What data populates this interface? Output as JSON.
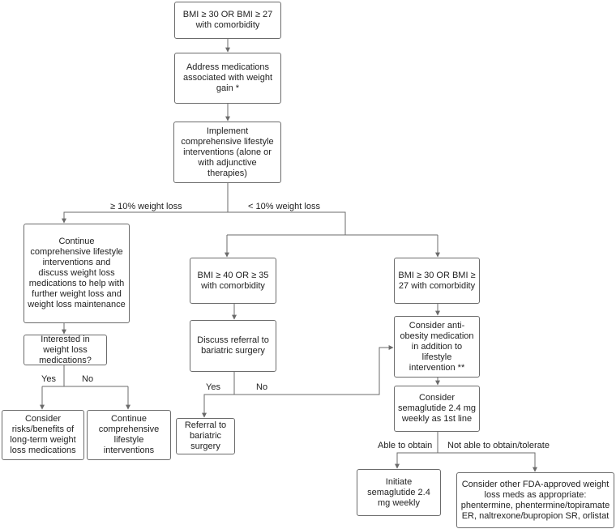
{
  "nodes": {
    "n1": "BMI ≥ 30 OR BMI ≥ 27 with comorbidity",
    "n2": "Address medications associated with weight gain *",
    "n3": "Implement comprehensive lifestyle interventions (alone or with adjunctive therapies)",
    "n4": "Continue comprehensive lifestyle interventions and discuss weight loss medications to help with further weight loss and weight loss maintenance",
    "n5": "Interested in weight loss medications?",
    "n6": "Consider risks/benefits of long-term weight loss medications",
    "n7": "Continue comprehensive lifestyle interventions",
    "n8": "BMI ≥ 40 OR ≥ 35 with comorbidity",
    "n9": "Discuss referral to bariatric surgery",
    "n10": "Referral to bariatric surgery",
    "n11": "BMI ≥ 30 OR BMI ≥ 27 with comorbidity",
    "n12": "Consider anti-obesity medication in addition to lifestyle intervention **",
    "n13": "Consider semaglutide 2.4 mg weekly as 1st line",
    "n14": "Initiate semaglutide 2.4 mg weekly",
    "n15": "Consider other FDA-approved weight loss meds as appropriate: phentermine, phentermine/topiramate ER, naltrexone/bupropion SR, orlistat"
  },
  "labels": {
    "ge10": "≥  10% weight loss",
    "lt10": "< 10% weight loss",
    "yes1": "Yes",
    "no1": "No",
    "yes2": "Yes",
    "no2": "No",
    "able": "Able to obtain",
    "notable": "Not able to obtain/tolerate"
  },
  "colors": {
    "line": "#6b6b6b",
    "text": "#222222",
    "box_border": "#6b6b6b"
  }
}
